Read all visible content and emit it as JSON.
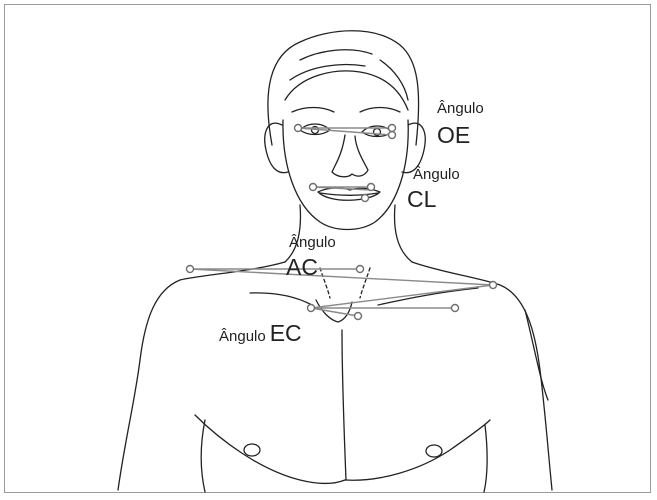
{
  "labels": {
    "oe": {
      "word": "Ângulo",
      "code": "OE"
    },
    "cl": {
      "word": "Ângulo",
      "code": "CL"
    },
    "ac": {
      "word": "Ângulo",
      "code": "AC"
    },
    "ec": {
      "word": "Ângulo",
      "code": "EC"
    }
  },
  "colors": {
    "outline": "#222222",
    "measurement_line": "#8a8a8a",
    "landmark_marker": "#6e6e6e",
    "frame": "#9a9a9a"
  }
}
